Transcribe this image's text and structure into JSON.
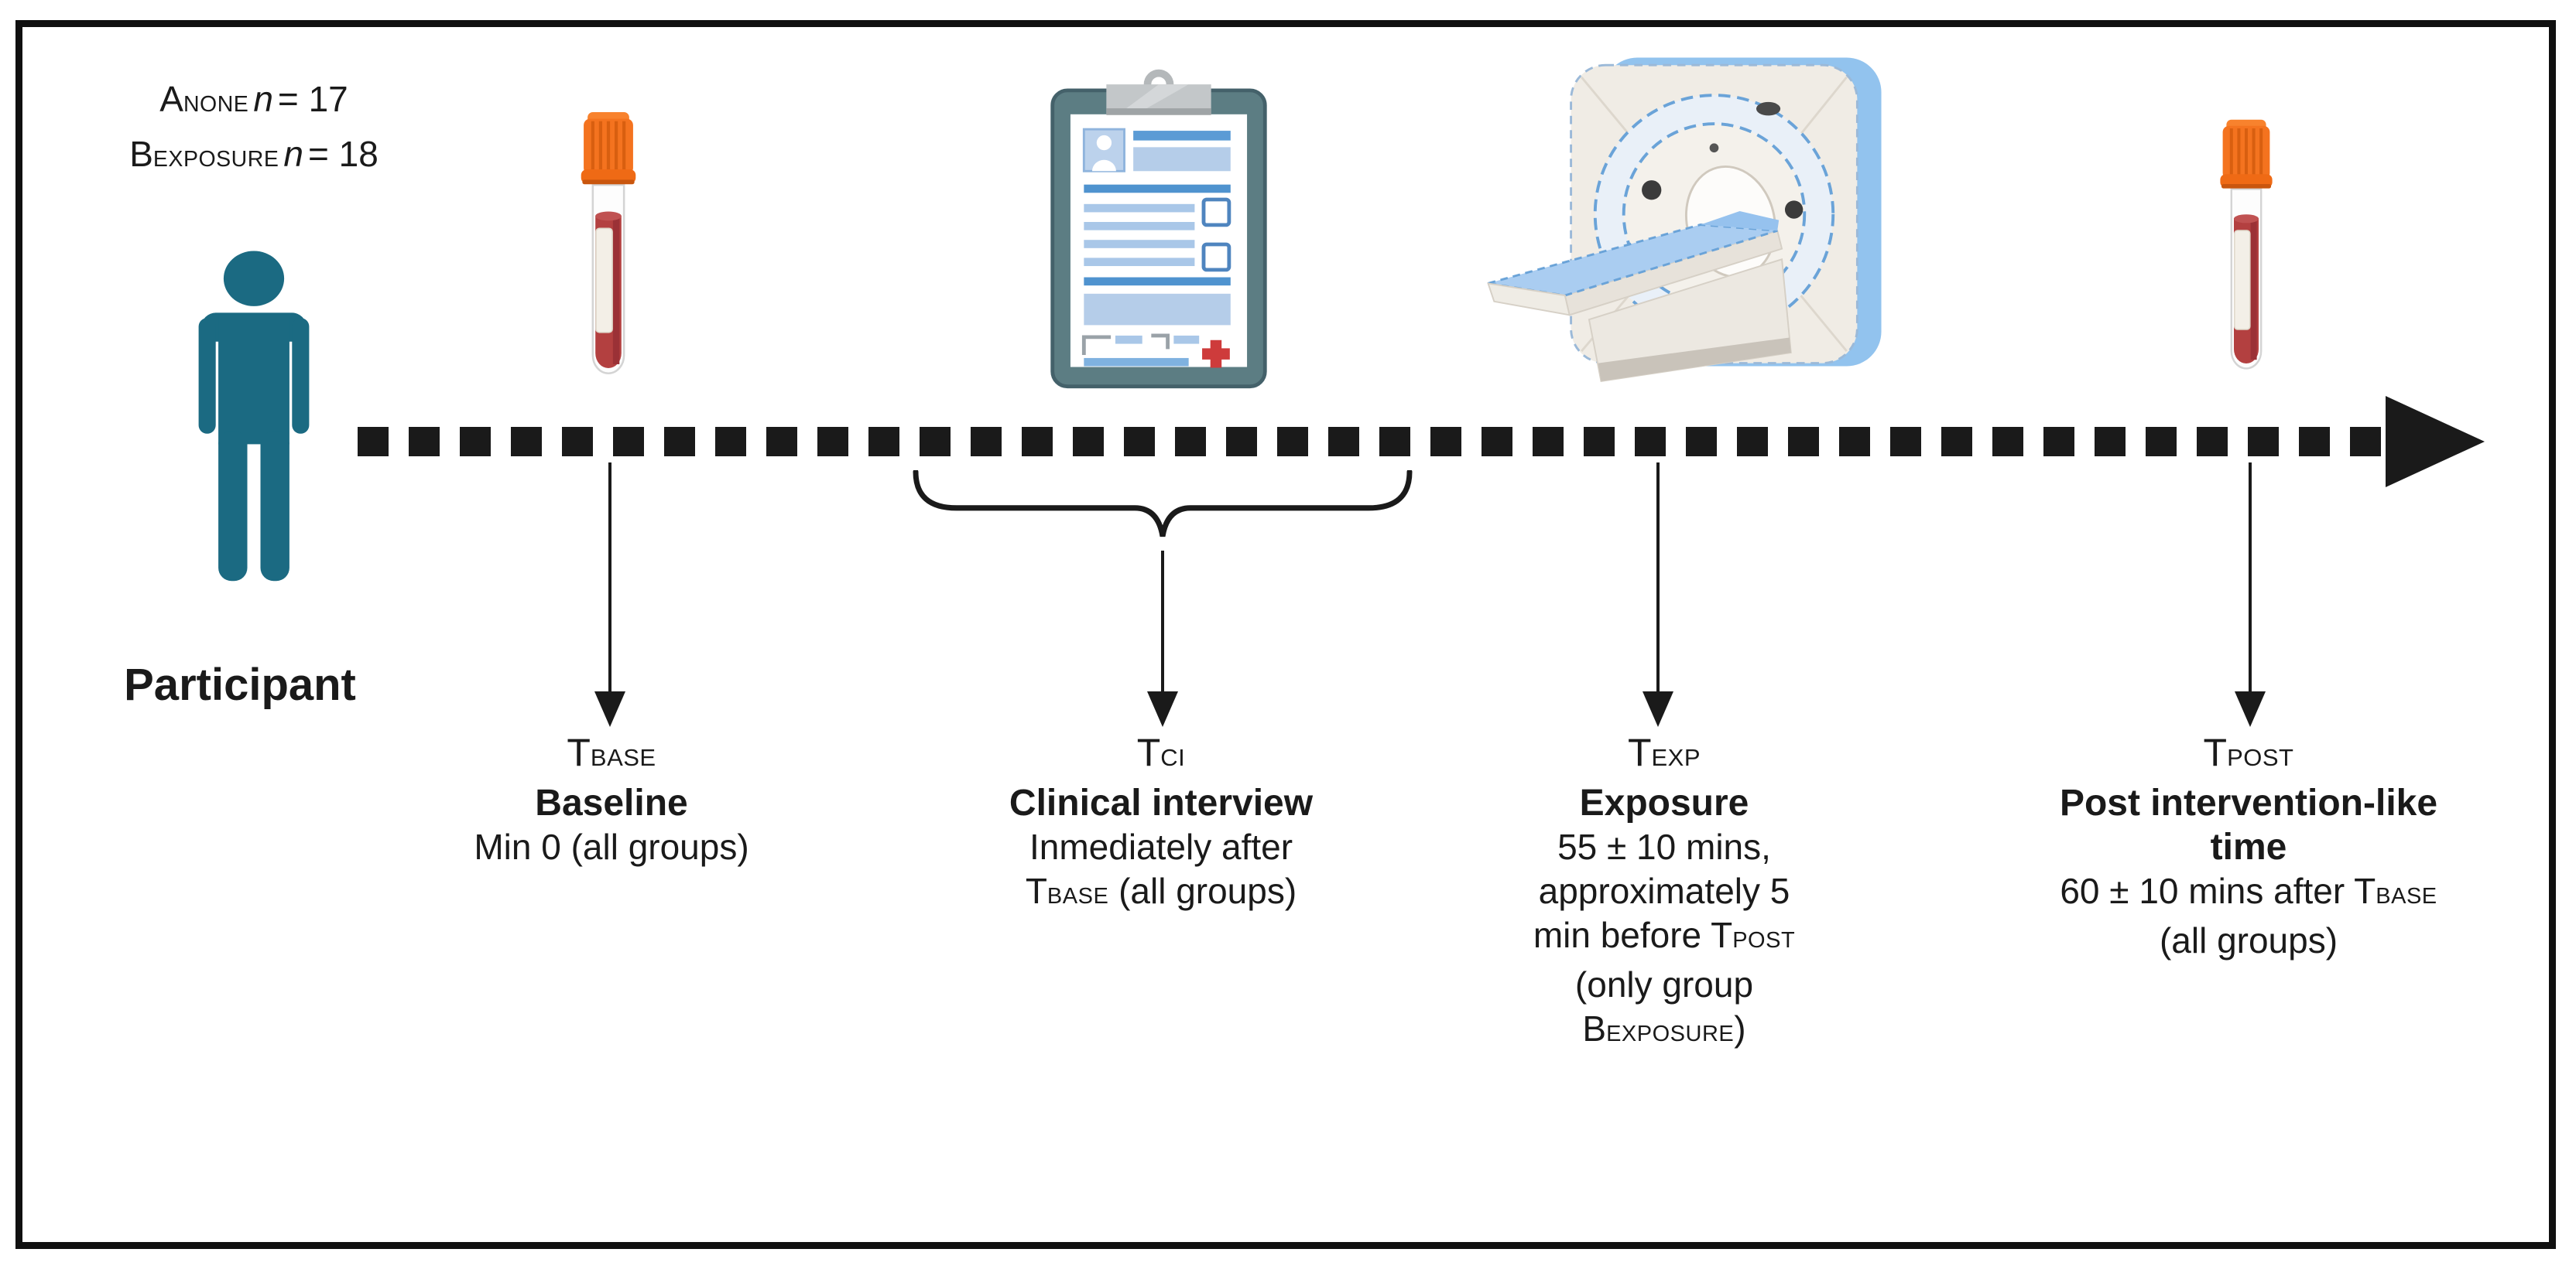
{
  "figure_type": "study-design-timeline",
  "colors": {
    "ink": "#1a1a1a",
    "person_teal": "#1b6a82",
    "tube_cap_orange": "#f4731f",
    "blood_red": "#ae3e3e",
    "clipboard_teal_gray": "#5c7d83",
    "form_blue_dark": "#4f93cf",
    "form_blue_light": "#aac7e8",
    "ct_blue": "#92c3ee",
    "cross_red": "#ce3b3b"
  },
  "icons": {
    "participant": "person-icon",
    "baseline_sample": "blood-tube-icon",
    "clinical_interview": "clipboard-icon",
    "exposure": "ct-scanner-icon",
    "post_sample": "blood-tube-icon",
    "timeline": "dashed-arrow-right"
  },
  "groups": {
    "a": {
      "letter": "A",
      "sub": "NONE",
      "n": "n",
      "value": "= 17"
    },
    "b": {
      "letter": "B",
      "sub": "EXPOSURE",
      "n": "n",
      "value": "= 18"
    }
  },
  "participant": {
    "label": "Participant"
  },
  "timepoints": {
    "base": {
      "sym": "T",
      "sub": "BASE",
      "title": "Baseline",
      "line1": "Min 0 (all groups)"
    },
    "ci": {
      "sym": "T",
      "sub": "CI",
      "title": "Clinical interview",
      "line1": "Inmediately after",
      "line2_pre": "T",
      "line2_sub": "BASE",
      "line2_post": " (all groups)"
    },
    "exp": {
      "sym": "T",
      "sub": "EXP",
      "title": "Exposure",
      "line1": "55 ± 10 mins,",
      "line2": "approximately 5",
      "line3_pre": "min before T",
      "line3_sub": "POST",
      "line4": "(only group",
      "line5_pre": "B",
      "line5_sub": "EXPOSURE",
      "line5_post": ")"
    },
    "post": {
      "sym": "T",
      "sub": "POST",
      "title_line1": "Post intervention-like",
      "title_line2": "time",
      "line1_pre": "60 ± 10 mins after T",
      "line1_sub": "BASE",
      "line2": "(all groups)"
    }
  }
}
